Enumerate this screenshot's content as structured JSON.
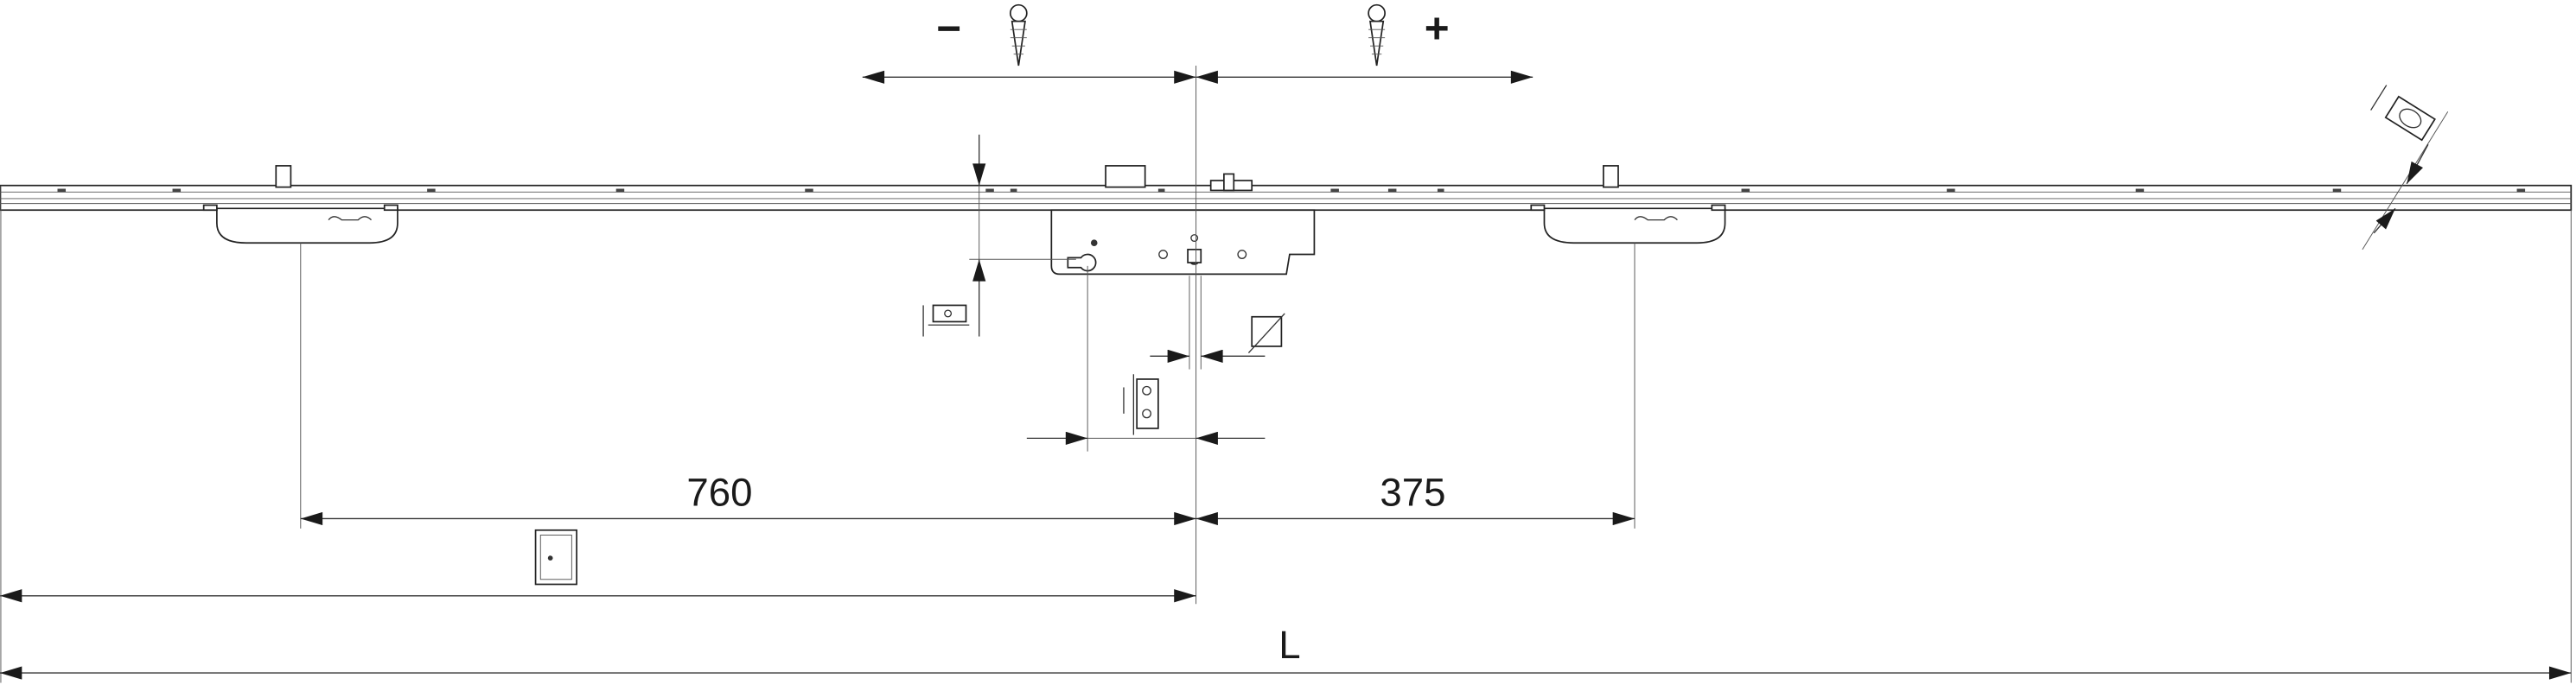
{
  "drawing": {
    "adjust_minus": "−",
    "adjust_plus": "+",
    "dim_left_hook_to_center": "760",
    "dim_center_to_right_hook": "375",
    "dim_total_length": "L"
  },
  "colors": {
    "line": "#333333",
    "arrow": "#1a1a1a",
    "background": "#ffffff"
  }
}
